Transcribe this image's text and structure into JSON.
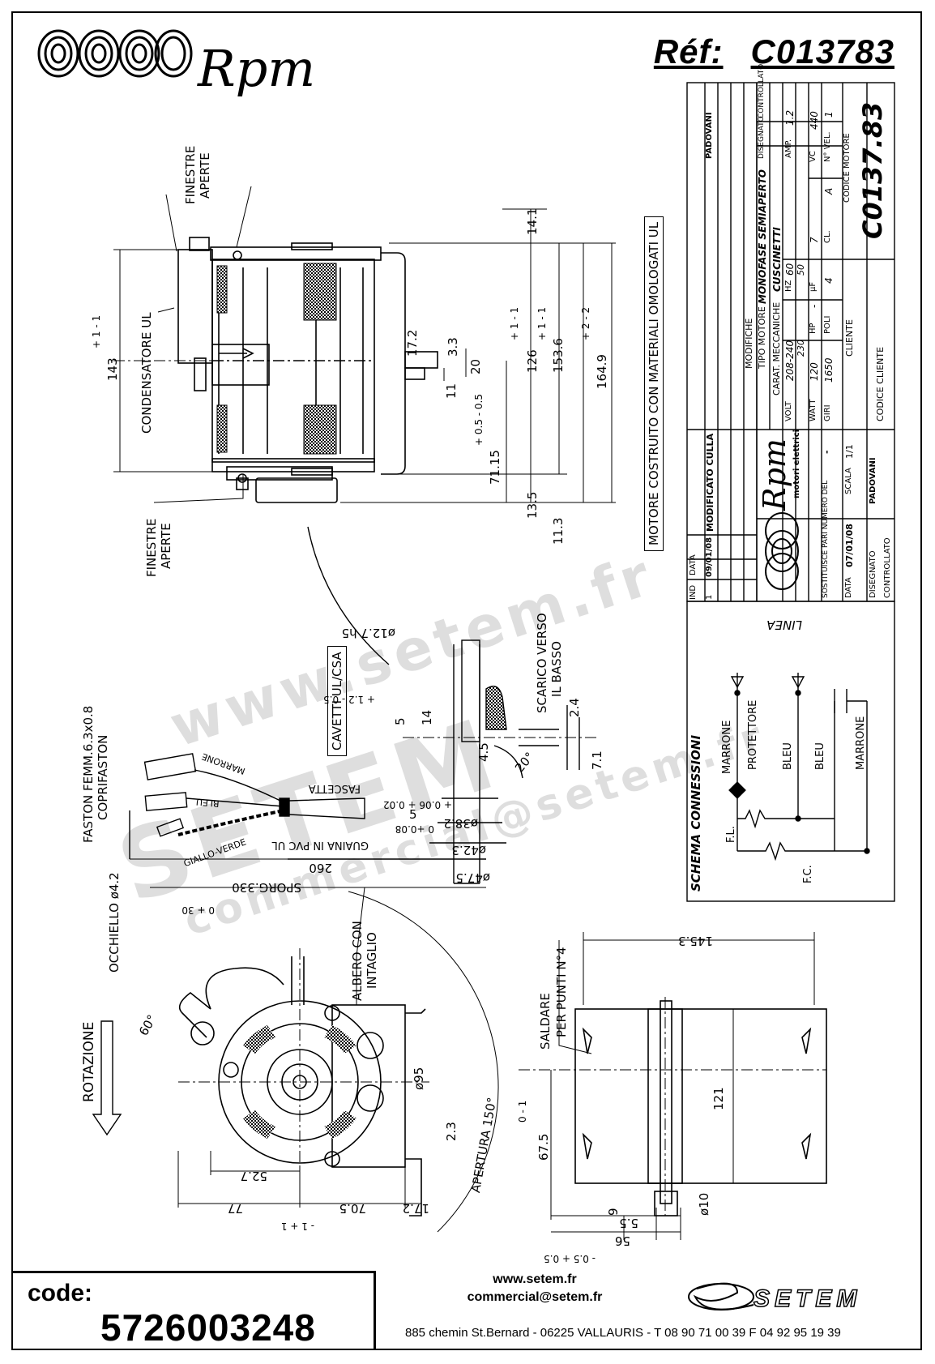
{
  "header": {
    "logo_name": "Rpm",
    "ref_label": "Réf:",
    "ref_value": "C013783"
  },
  "labels": {
    "finestre_aperte_top_1": "FINESTRE",
    "finestre_aperte_top_2": "APERTE",
    "condensatore": "CONDENSATORE UL",
    "finestre_aperte_bot_1": "FINESTRE",
    "finestre_aperte_bot_2": "APERTE",
    "motore_ul": "MOTORE COSTRUITO CON MATERIALI OMOLOGATI UL",
    "cavetti": "CAVETTI UL/CSA",
    "scarico_1": "SCARICO VERSO",
    "scarico_2": "IL BASSO",
    "faston_1": "FASTON FEMM.6.3x0.8",
    "faston_2": "COPRIFASTON",
    "marrone_wire": "MARRONE",
    "bleu_wire": "BLEU",
    "giallo_verde": "GIALLO-VERDE",
    "fascetta": "FASCETTA",
    "guaina": "GUAINA IN PVC UL",
    "occhiello": "OCCHIELLO ø4.2",
    "albero_1": "ALBERO CON",
    "albero_2": "INTAGLIO",
    "rotazione": "ROTAZIONE",
    "apertura": "APERTURA 150°",
    "saldare_1": "SALDARE",
    "saldare_2": "PER PUNTI N°4",
    "schema": "SCHEMA CONNESSIONI",
    "linea": "LINEA",
    "marrone_1": "MARRONE",
    "protettore": "PROTETTORE",
    "bleu_1": "BLEU",
    "bleu_2": "BLEU",
    "marrone_2": "MARRONE",
    "fl": "F.L.",
    "fc": "F.C."
  },
  "dimensions": {
    "d143": "143",
    "d143_tol": "+ 1  - 1",
    "d14_1": "14.1",
    "d126": "126",
    "d126_tol": "+ 1  - 1",
    "d153_6": "153.6",
    "d153_6_tol": "+ 1  - 1",
    "d164_9": "164.9",
    "d164_9_tol": "+ 2  - 2",
    "d17_2": "17.2",
    "d3_3": "3.3",
    "d20": "20",
    "d11": "11",
    "d71_15": "71.15",
    "d71_15_tol": "+ 0.5  - 0.5",
    "d13_5": "13.5",
    "d11_3": "11.3",
    "d12_7": "ø12.7 h5",
    "d5": "5",
    "d5_tol": "+ 1.2  - 0.5",
    "d14": "14",
    "d2_4": "2.4",
    "d7_1": "7.1",
    "d4_5": "4.5",
    "d20deg": "20°",
    "d5b": "5",
    "d5b_tol": "+ 0.06  + 0.02",
    "d38_2": "ø38.2",
    "d38_2_tol": "0  +0.08",
    "d42_3": "ø42.3",
    "d47_5": "ø47.5",
    "d260": "260",
    "d330": "SPORG.330",
    "d330_tol": "0  + 30",
    "d60deg": "60°",
    "d95": "ø95",
    "d52_7": "52.7",
    "d77": "77",
    "d70_5": "70.5",
    "d70_5_tol": "- 1  + 1",
    "d17_2b": "17.2",
    "d2_3": "2.3",
    "d145_3": "145.3",
    "d121": "121",
    "d67_5": "67.5",
    "d67_5_tol": "0  - 1",
    "d9": "9",
    "d5_5": "5.5",
    "d10": "ø10",
    "d56": "56",
    "d56_tol": "- 0.5  + 0.5"
  },
  "title_block": {
    "company": "Rpm",
    "company_sub": "motori elettrici",
    "modifiche": "MODIFICHE",
    "tipo_motore_label": "TIPO MOTORE",
    "tipo_motore": "MONOFASE SEMIAPERTO",
    "carat_label": "CARAT. MECCANICHE",
    "carat": "CUSCINETTI",
    "volt_label": "VOLT",
    "volt": "208-240",
    "volt_sub": "230",
    "hz_label": "HZ",
    "hz": "60",
    "hz_sub": "50",
    "amp_label": "AMP.",
    "amp": "1.2",
    "watt_label": "WATT",
    "watt": "120",
    "hp_label": "HP",
    "hp": "-",
    "uf_label": "µF",
    "uf": "7",
    "vc_label": "VC",
    "vc": "440",
    "giri_label": "GIRI",
    "giri": "1650",
    "poli_label": "POLI",
    "poli": "4",
    "cl_label": "CL.",
    "cl": "A",
    "nvel_label": "N° VEL.",
    "nvel": "1",
    "cliente_label": "CLIENTE",
    "codice_motore_label": "CODICE MOTORE",
    "codice_motore": "C0137.83",
    "codice_cliente_label": "CODICE CLIENTE",
    "data_label": "DATA",
    "data": "07/01/08",
    "scala_label": "SCALA",
    "scala": "1/1",
    "sostituisce_label": "SOSTITUISCE PARI NUMERO DEL",
    "sostituisce": "-",
    "disegnato_label": "DISEGNATO",
    "disegnato": "PADOVANI",
    "controllato_label": "CONTROLLATO",
    "rev_ind": "1",
    "rev_date": "09/01/08",
    "rev_desc": "MODIFICATO CULLA",
    "rev_by": "PADOVANI",
    "ind_label": "IND",
    "rev_data_label": "DATA",
    "dis_label": "DISEGNATO",
    "contr_label": "CONTROLLATO"
  },
  "footer": {
    "code_label": "code:",
    "code_value": "5726003248",
    "website": "www.setem.fr",
    "email": "commercial@setem.fr",
    "address": "885 chemin St.Bernard  -  06225 VALLAURIS  -  T 08 90 71 00 39   F 04 92 95 19 39",
    "brand": "SETEM"
  },
  "watermarks": {
    "w1": "www.setem.fr",
    "w2": "SETEM",
    "w3": "commercial@setem.fr"
  }
}
